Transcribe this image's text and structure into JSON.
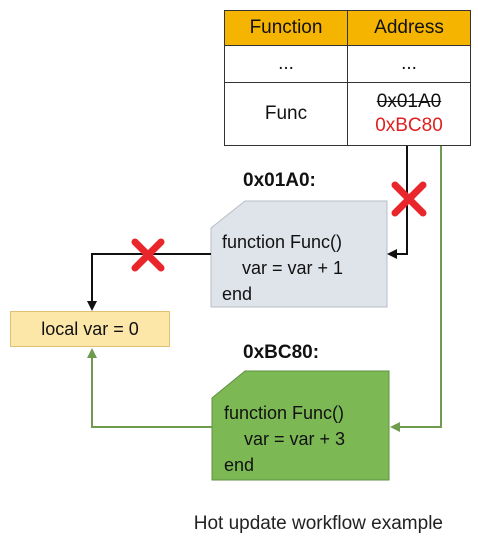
{
  "table": {
    "headers": [
      "Function",
      "Address"
    ],
    "rows": [
      {
        "function": "...",
        "address": "..."
      },
      {
        "function": "Func",
        "address_old": "0x01A0",
        "address_new": "0xBC80"
      }
    ],
    "header_color": "#f5b400",
    "new_address_color": "#e02020"
  },
  "old_block": {
    "address_label": "0x01A0:",
    "code": [
      "function Func()",
      "    var = var + 1",
      "end"
    ],
    "fill_color": "#dfe3ea"
  },
  "new_block": {
    "address_label": "0xBC80:",
    "code": [
      "function Func()",
      "    var = var + 3",
      "end"
    ],
    "fill_color": "#7cb955"
  },
  "local_var": {
    "text": "local var = 0",
    "fill_color": "#fde7a8"
  },
  "caption": "Hot update workflow example",
  "colors": {
    "black_arrow": "#111111",
    "green_arrow": "#6e9b4e",
    "cross": "#e8262b"
  },
  "icons": [
    "cross-mark-icon",
    "arrow-head-icon"
  ]
}
